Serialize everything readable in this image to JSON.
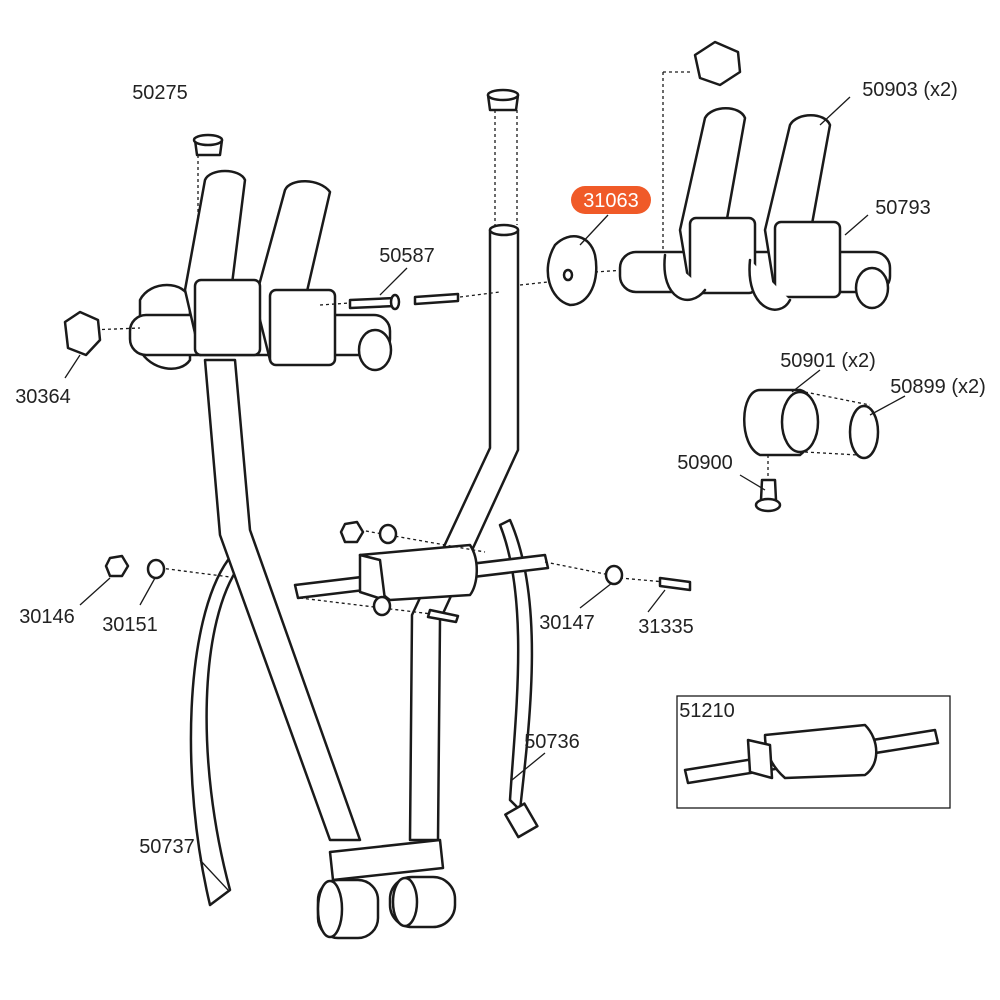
{
  "highlight_color": "#f05a28",
  "labels": {
    "p50275": "50275",
    "p30364": "30364",
    "p50587": "50587",
    "p31063": "31063",
    "p50903": "50903 (x2)",
    "p50793": "50793",
    "p50901": "50901 (x2)",
    "p50899": "50899 (x2)",
    "p50900": "50900",
    "p30146": "30146",
    "p30151": "30151",
    "p30147": "30147",
    "p31335": "31335",
    "p51210": "51210",
    "p50736": "50736",
    "p50737": "50737"
  },
  "highlighted_part": "31063"
}
